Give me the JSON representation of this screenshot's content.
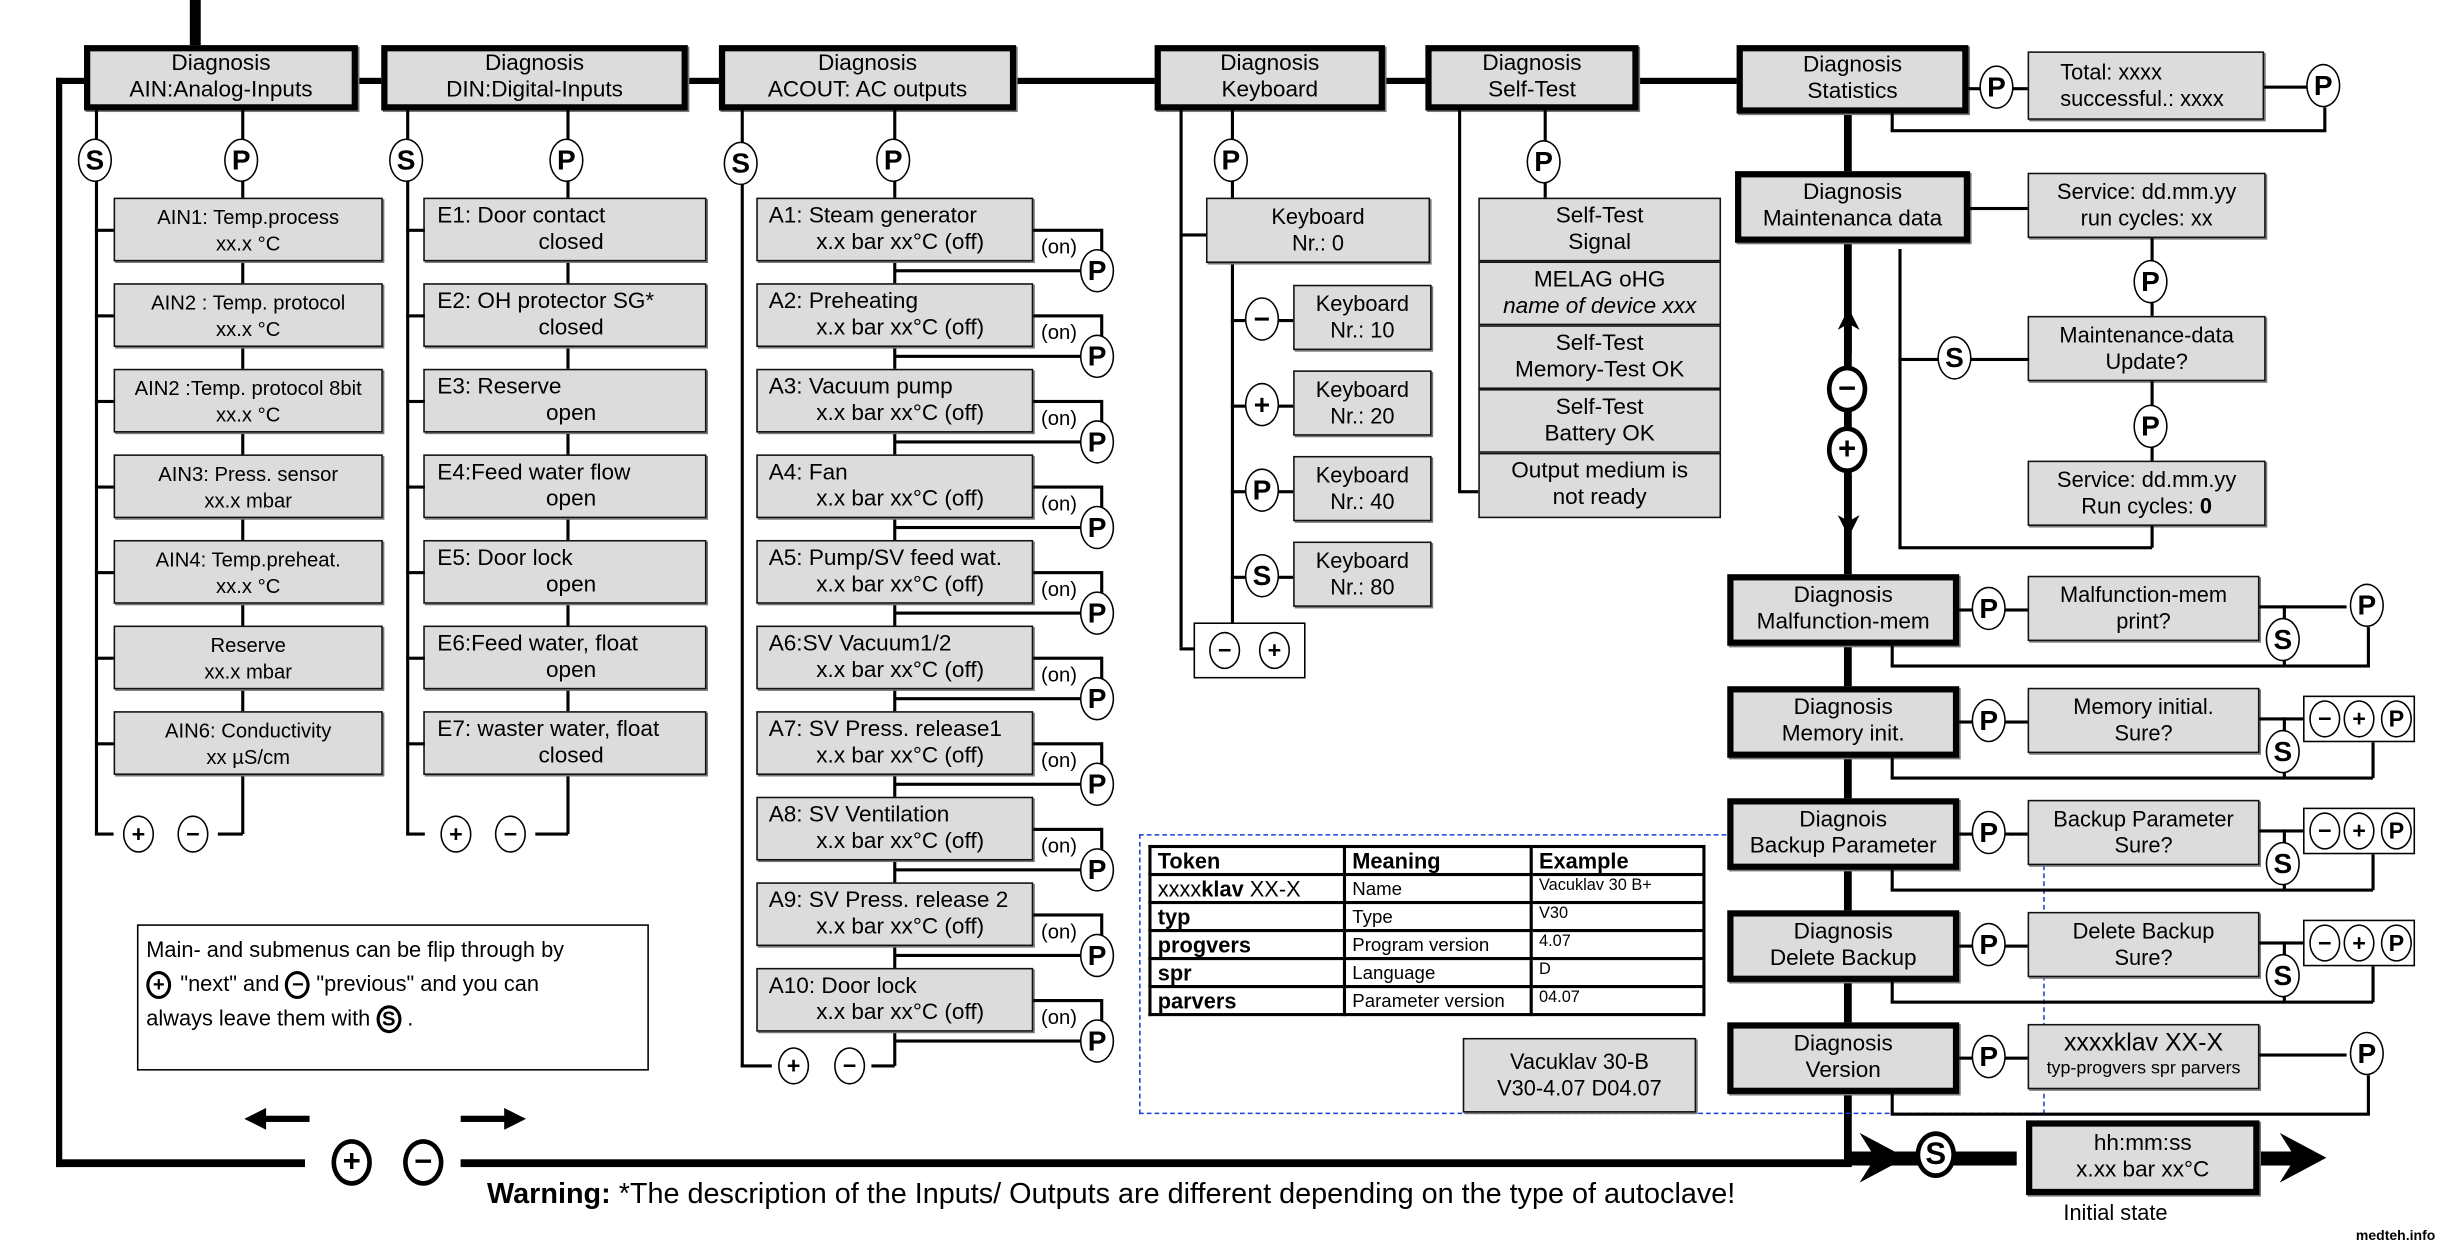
{
  "main_menus": [
    {
      "line1": "Diagnosis",
      "line2": "AIN:Analog-Inputs"
    },
    {
      "line1": "Diagnosis",
      "line2": "DIN:Digital-Inputs"
    },
    {
      "line1": "Diagnosis",
      "line2": "ACOUT: AC outputs"
    },
    {
      "line1": "Diagnosis",
      "line2": "Keyboard"
    },
    {
      "line1": "Diagnosis",
      "line2": "Self-Test"
    },
    {
      "line1": "Diagnosis",
      "line2": "Statistics"
    }
  ],
  "keys": {
    "S": "S",
    "P": "P",
    "plus": "+",
    "minus": "−"
  },
  "ain": [
    {
      "line1": "AIN1: Temp.process",
      "line2": "xx.x °C"
    },
    {
      "line1": "AIN2 : Temp. protocol",
      "line2": "xx.x °C"
    },
    {
      "line1": "AIN2 :Temp. protocol 8bit",
      "line2": "xx.x °C"
    },
    {
      "line1": "AIN3: Press. sensor",
      "line2": "xx.x mbar"
    },
    {
      "line1": "AIN4: Temp.preheat.",
      "line2": "xx.x °C"
    },
    {
      "line1": "Reserve",
      "line2": "xx.x mbar"
    },
    {
      "line1": "AIN6: Conductivity",
      "line2": "xx µS/cm"
    }
  ],
  "din": [
    {
      "line1": "E1: Door contact",
      "line2": "closed"
    },
    {
      "line1": "E2: OH protector SG*",
      "line2": "closed"
    },
    {
      "line1": "E3: Reserve",
      "line2": "open"
    },
    {
      "line1": "E4:Feed water flow",
      "line2": "open"
    },
    {
      "line1": "E5: Door lock",
      "line2": "open"
    },
    {
      "line1": "E6:Feed water, float",
      "line2": "open"
    },
    {
      "line1": "E7: waster water, float",
      "line2": "closed"
    }
  ],
  "acout": [
    {
      "line1": "A1: Steam generator",
      "line2": "x.x bar  xx°C  (off)"
    },
    {
      "line1": "A2: Preheating",
      "line2": "x.x bar  xx°C  (off)"
    },
    {
      "line1": "A3: Vacuum pump",
      "line2": "x.x bar  xx°C  (off)"
    },
    {
      "line1": "A4: Fan",
      "line2": "x.x bar  xx°C  (off)"
    },
    {
      "line1": "A5: Pump/SV feed wat.",
      "line2": "x.x bar  xx°C  (off)"
    },
    {
      "line1": "A6:SV Vacuum1/2",
      "line2": "x.x bar  xx°C  (off)"
    },
    {
      "line1": "A7: SV Press. release1",
      "line2": "x.x bar  xx°C (off)"
    },
    {
      "line1": "A8: SV Ventilation",
      "line2": "x.x bar  xx°C  (off)"
    },
    {
      "line1": "A9: SV Press. release 2",
      "line2": "x.x bar  xx°C (off)"
    },
    {
      "line1": "A10: Door lock",
      "line2": "x.x bar  xx°C  (off)"
    }
  ],
  "on_label": "(on)",
  "keyboard": {
    "base": {
      "line1": "Keyboard",
      "line2": "Nr.: 0"
    },
    "items": [
      {
        "key": "−",
        "line1": "Keyboard",
        "line2": "Nr.: 10"
      },
      {
        "key": "+",
        "line1": "Keyboard",
        "line2": "Nr.: 20"
      },
      {
        "key": "P",
        "line1": "Keyboard",
        "line2": "Nr.: 40"
      },
      {
        "key": "S",
        "line1": "Keyboard",
        "line2": "Nr.: 80"
      }
    ]
  },
  "selftest": [
    {
      "line1": "Self-Test",
      "line2": "Signal"
    },
    {
      "line1": "MELAG oHG",
      "line2": "name of device xxx"
    },
    {
      "line1": "Self-Test",
      "line2": "Memory-Test OK"
    },
    {
      "line1": "Self-Test",
      "line2": "Battery OK"
    },
    {
      "line1": "Output medium is",
      "line2": "not ready"
    }
  ],
  "statistics": {
    "line1": "Total:    xxxx",
    "line2": "successful.: xxxx"
  },
  "maintenance": {
    "menu": {
      "line1": "Diagnosis",
      "line2": "Maintenanca data"
    },
    "service1": {
      "line1": "Service: dd.mm.yy",
      "line2": "run cycles:  xx"
    },
    "update": {
      "line1": "Maintenance-data",
      "line2": "Update?"
    },
    "service2": {
      "line1": "Service: dd.mm.yy",
      "line2": "Run cycles:  ",
      "bold": "0"
    }
  },
  "right_menus": [
    {
      "line1": "Diagnosis",
      "line2": "Malfunction-mem",
      "sub1": "Malfunction-mem",
      "sub2": "print?"
    },
    {
      "line1": "Diagnosis",
      "line2": "Memory init.",
      "sub1": "Memory initial.",
      "sub2": "Sure?"
    },
    {
      "line1": "Diagnois",
      "line2": "Backup Parameter",
      "sub1": "Backup Parameter",
      "sub2": "Sure?"
    },
    {
      "line1": "Diagnosis",
      "line2": "Delete Backup",
      "sub1": "Delete Backup",
      "sub2": "Sure?"
    },
    {
      "line1": "Diagnosis",
      "line2": "Version",
      "sub1": "xxxxklav XX-X",
      "sub2": "typ-progvers spr parvers"
    }
  ],
  "initial_state": {
    "line1": "hh:mm:ss",
    "line2": "x.xx bar  xx°C",
    "caption": "Initial state"
  },
  "token_table": {
    "headers": [
      "Token",
      "Meaning",
      "Example"
    ],
    "rows": [
      {
        "token_pre": "xxxx",
        "token_bold": "klav",
        "token_post": " XX-X",
        "meaning": "Name",
        "example": "Vacuklav 30 B+"
      },
      {
        "token_pre": "",
        "token_bold": "typ",
        "token_post": "",
        "meaning": "Type",
        "example": "V30"
      },
      {
        "token_pre": "",
        "token_bold": "progvers",
        "token_post": "",
        "meaning": "Program version",
        "example": "4.07"
      },
      {
        "token_pre": "",
        "token_bold": "spr",
        "token_post": "",
        "meaning": "Language",
        "example": "D"
      },
      {
        "token_pre": "",
        "token_bold": "parvers",
        "token_post": "",
        "meaning": "Parameter version",
        "example": "04.07"
      }
    ],
    "example_display": {
      "line1": "Vacuklav 30-B",
      "line2": "V30-4.07 D04.07"
    }
  },
  "help": {
    "line1": "Main- and submenus can be flip through by",
    "next": "\"next\" and",
    "prev": "\"previous\" and you can",
    "line3": "always leave them with",
    "end": "."
  },
  "warning": {
    "label": "Warning:",
    "text": " *The description of the Inputs/ Outputs are different depending on the type of autoclave!"
  },
  "watermark": "medteh.info",
  "colors": {
    "box_fill": "#dcdcdc",
    "dash": "#1a3fd6"
  }
}
